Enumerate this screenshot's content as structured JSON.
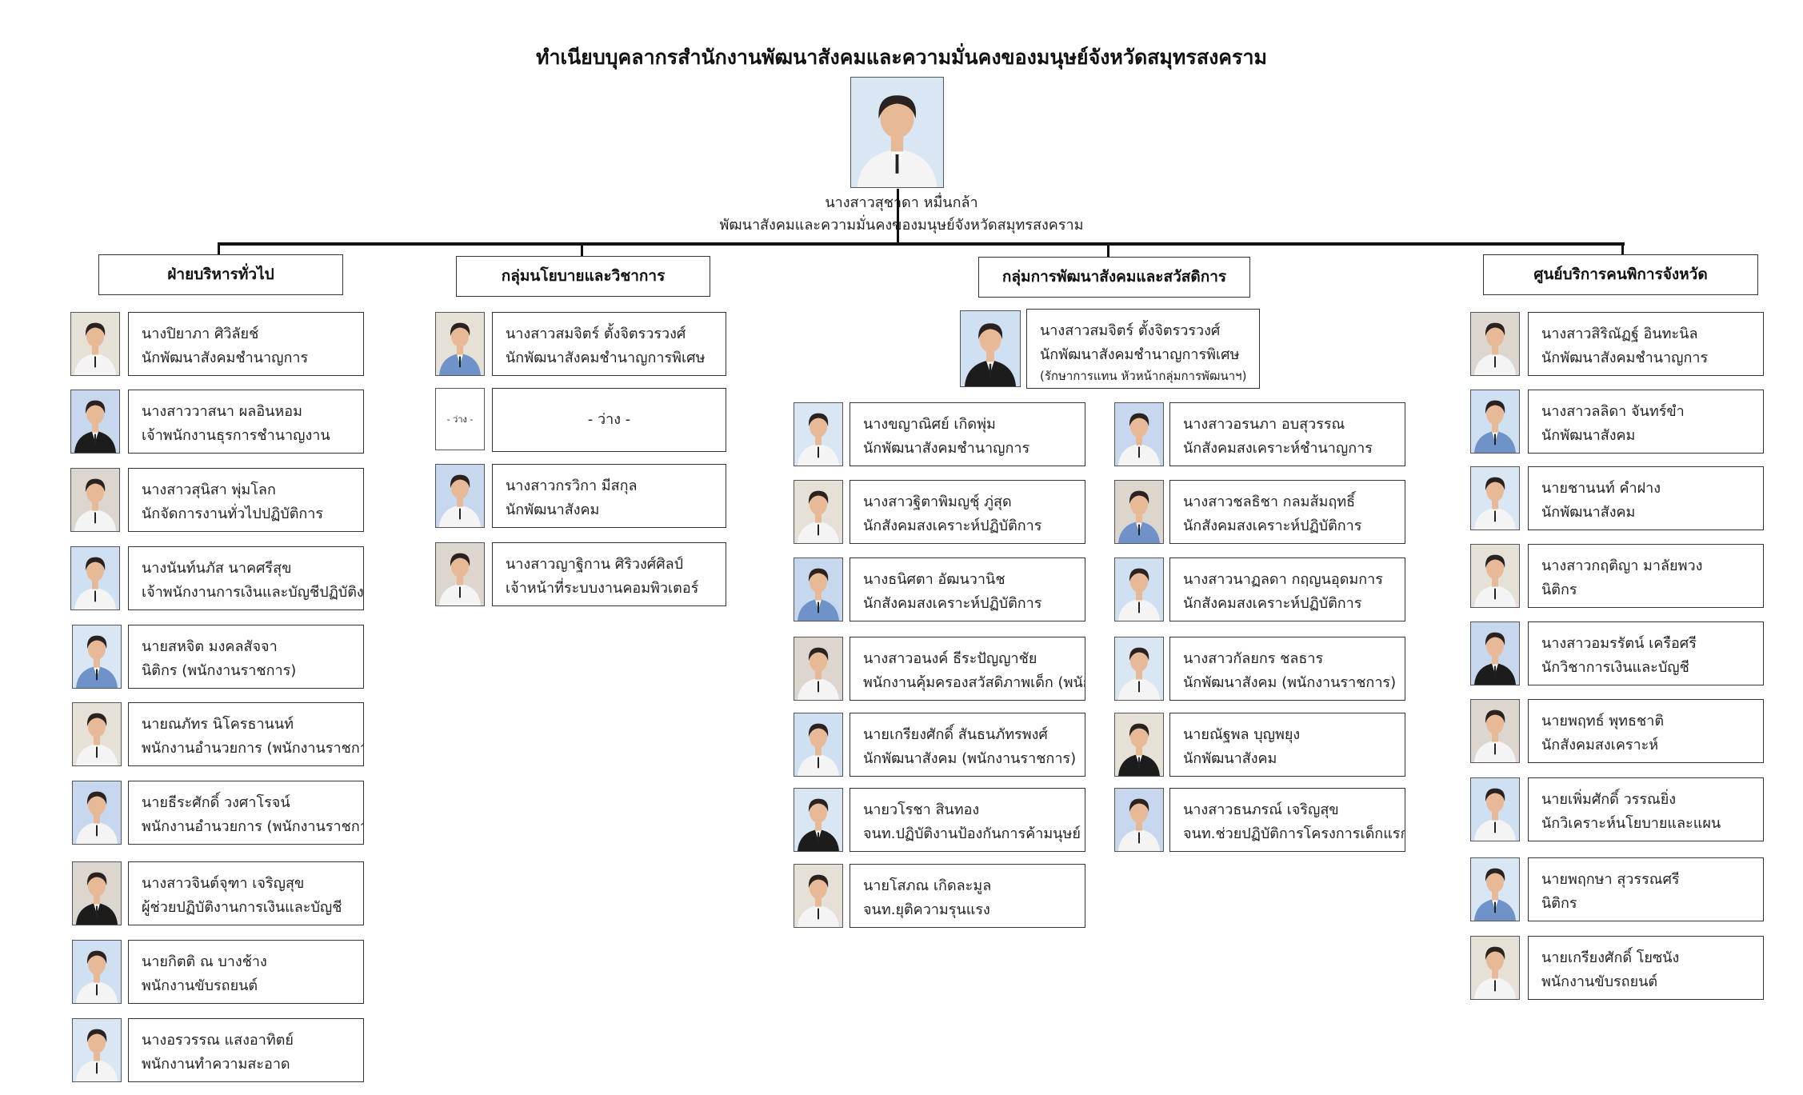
{
  "title": "ทำเนียบบุคลากรสำนักงานพัฒนาสังคมและความมั่นคงของมนุษย์จังหวัดสมุทรสงคราม",
  "leader": {
    "name": "นางสาวสุชาดา หมื่นกล้า",
    "position": "พัฒนาสังคมและความมั่นคงของมนุษย์จังหวัดสมุทรสงคราม"
  },
  "columns": [
    {
      "heading": "ฝ่ายบริหารทั่วไป",
      "members": [
        {
          "name": "นางปิยาภา  ศิวิลัยช์",
          "position": "นักพัฒนาสังคมชำนาญการ"
        },
        {
          "name": "นางสาววาสนา  ผลอินหอม",
          "position": "เจ้าพนักงานธุรการชำนาญงาน"
        },
        {
          "name": "นางสาวสุนิสา  พุ่มโลก",
          "position": "นักจัดการงานทั่วไปปฏิบัติการ"
        },
        {
          "name": "นางนันท์นภัส  นาคศรีสุข",
          "position": "เจ้าพนักงานการเงินและบัญชีปฏิบัติงาน"
        },
        {
          "name": "นายสหจิต  มงคลสัจจา",
          "position": "นิติกร (พนักงานราชการ)"
        },
        {
          "name": "นายณภัทร  นิโครธานนท์",
          "position": "พนักงานอำนวยการ (พนักงานราชการ)"
        },
        {
          "name": "นายธีระศักดิ์  วงศาโรจน์",
          "position": "พนักงานอำนวยการ (พนักงานราชการ)"
        },
        {
          "name": "นางสาวจินต์จุฑา  เจริญสุข",
          "position": "ผู้ช่วยปฏิบัติงานการเงินและบัญชี"
        },
        {
          "name": "นายกิตติ  ณ บางช้าง",
          "position": "พนักงานขับรถยนต์"
        },
        {
          "name": "นางอรวรรณ  แสงอาทิตย์",
          "position": "พนักงานทำความสะอาด"
        }
      ]
    },
    {
      "heading": "กลุ่มนโยบายและวิชาการ",
      "members": [
        {
          "name": "นางสาวสมจิตร์  ตั้งจิตรวรวงศ์",
          "position": "นักพัฒนาสังคมชำนาญการพิเศษ"
        },
        {
          "name": "- ว่าง -",
          "photo_text": "- ว่าง -"
        },
        {
          "name": "นางสาวกรวิกา  มีสกุล",
          "position": "นักพัฒนาสังคม"
        },
        {
          "name": "นางสาวญาฐิกาน  ศิริวงศ์ศิลป์",
          "position": "เจ้าหน้าที่ระบบงานคอมพิวเตอร์"
        }
      ]
    },
    {
      "heading": "กลุ่มการพัฒนาสังคมและสวัสดิการ",
      "lead": {
        "name": "นางสาวสมจิตร์  ตั้งจิตรวรวงศ์",
        "position": "นักพัฒนาสังคมชำนาญการพิเศษ",
        "note": "(รักษาการแทน หัวหน้ากลุ่มการพัฒนาฯ)"
      },
      "left_members": [
        {
          "name": "นางขญาณิศย์  เกิดพุ่ม",
          "position": "นักพัฒนาสังคมชำนาญการ"
        },
        {
          "name": "นางสาวฐิตาพิมญชุ์  ภู่สุด",
          "position": "นักสังคมสงเคราะห์ปฏิบัติการ"
        },
        {
          "name": "นางธนิศตา  อัฒนวานิช",
          "position": "นักสังคมสงเคราะห์ปฏิบัติการ"
        },
        {
          "name": "นางสาวอนงค์  ธีระปัญญาชัย",
          "position": "พนักงานคุ้มครองสวัสดิภาพเด็ก (พนักงานราชการ)"
        },
        {
          "name": "นายเกรียงศักดิ์  สันธนภัทรพงศ์",
          "position": "นักพัฒนาสังคม (พนักงานราชการ)"
        },
        {
          "name": "นายวโรชา  สินทอง",
          "position": "จนท.ปฏิบัติงานป้องกันการค้ามนุษย์"
        },
        {
          "name": "นายโสภณ  เกิดละมูล",
          "position": "จนท.ยุติความรุนแรง"
        }
      ],
      "right_members": [
        {
          "name": "นางสาวอรนภา  อบสุวรรณ",
          "position": "นักสังคมสงเคราะห์ชำนาญการ"
        },
        {
          "name": "นางสาวชลธิชา  กลมส้มฤทธิ์",
          "position": "นักสังคมสงเคราะห์ปฏิบัติการ"
        },
        {
          "name": "นางสาวนาฏลดา  กฤญนอุดมการ",
          "position": "นักสังคมสงเคราะห์ปฏิบัติการ"
        },
        {
          "name": "นางสาวกัลยกร  ชลธาร",
          "position": "นักพัฒนาสังคม (พนักงานราชการ)"
        },
        {
          "name": "นายณัฐพล  บุญพยุง",
          "position": "นักพัฒนาสังคม"
        },
        {
          "name": "นางสาวธนภรณ์  เจริญสุข",
          "position": "จนท.ช่วยปฏิบัติการโครงการเด็กแรกเกิด"
        }
      ]
    },
    {
      "heading": "ศูนย์บริการคนพิการจังหวัด",
      "members": [
        {
          "name": "นางสาวสิริณัฏฐ์  อินทะนิล",
          "position": "นักพัฒนาสังคมชำนาญการ"
        },
        {
          "name": "นางสาวลลิดา  จันทร์ขำ",
          "position": "นักพัฒนาสังคม"
        },
        {
          "name": "นายชานนท์  คำฝาง",
          "position": "นักพัฒนาสังคม"
        },
        {
          "name": "นางสาวกฤติญา  มาลัยพวง",
          "position": "นิติกร"
        },
        {
          "name": "นางสาวอมรรัตน์  เครือศรี",
          "position": "นักวิชาการเงินและบัญชี"
        },
        {
          "name": "นายพฤทธ์  พุทธชาติ",
          "position": "นักสังคมสงเคราะห์"
        },
        {
          "name": "นายเพิ่มศักดิ์  วรรณยิ่ง",
          "position": "นักวิเคราะห์นโยบายและแผน"
        },
        {
          "name": "นายพฤกษา  สุวรรณศรี",
          "position": "นิติกร"
        },
        {
          "name": "นายเกรียงศักดิ์  โยซนัง",
          "position": "พนักงานขับรถยนต์"
        }
      ]
    }
  ],
  "colors": {
    "line": "#111111",
    "photo_background": "#dfe9f5",
    "uniform": "#f4f4f4",
    "skin": "#e8b996",
    "hair": "#2a2220"
  }
}
